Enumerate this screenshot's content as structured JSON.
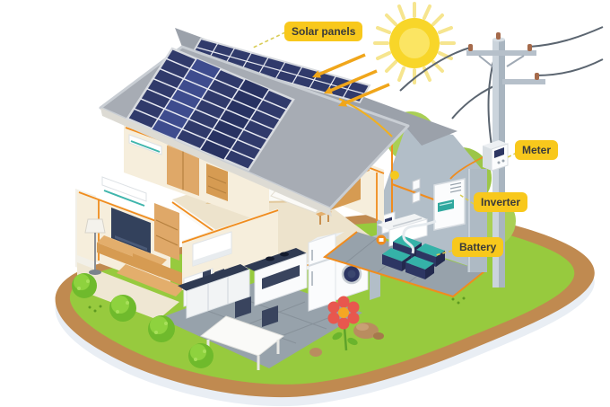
{
  "callouts": [
    {
      "id": "solar-panels",
      "text": "Solar panels"
    },
    {
      "id": "meter",
      "text": "Meter"
    },
    {
      "id": "inverter",
      "text": "Inverter"
    },
    {
      "id": "battery",
      "text": "Battery"
    }
  ],
  "icons": {
    "sun": "sun-icon",
    "arrows": "sunlight-arrow-icon",
    "flower": "flower-icon",
    "bush": "bush-icon"
  },
  "colors": {
    "label_bg": "#F8C81C",
    "label_text": "#3A3A3A",
    "sun_disc": "#F8D629",
    "sun_core": "#FBE563",
    "sun_rays": "#F6E58F",
    "arrow": "#F0A61B",
    "roof": "#A7ACB4",
    "roof_far": "#9BA1AA",
    "solar_panel": "#303A6B",
    "panel_grid": "#E8EAF2",
    "wall_cream": "#F6EEDC",
    "cut_wall_gray": "#B2BEC8",
    "wire_orange": "#F08C1E",
    "lawn_green": "#97CA3E",
    "path_brown": "#C08A50",
    "bush_green": "#6FBA2C",
    "bush_big_green": "#A9CF55",
    "battery_teal": "#35B2A8",
    "battery_body": "#2D3663",
    "ac_teal": "#3FB5AC",
    "wood_tan": "#DFA868",
    "tv_navy": "#33415C",
    "tile_gray": "#97A2AB",
    "pole_gray": "#C3CDD6",
    "power_wire_dark": "#5B6570",
    "flower_red": "#E8574E",
    "flower_center": "#F5A623"
  }
}
